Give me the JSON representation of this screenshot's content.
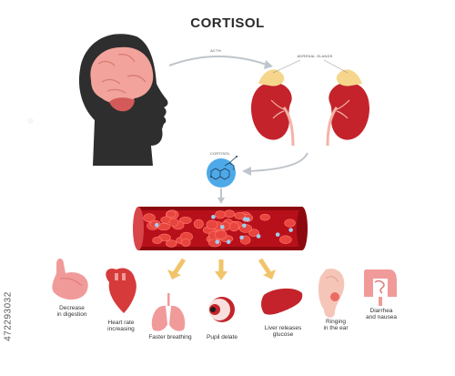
{
  "diagram": {
    "title": "CORTISOL",
    "labels": {
      "acth": "ACTH",
      "adrenal_glands": "ADRENAL GLANDS",
      "cortisol_molecule": "CORTISOL"
    },
    "effects": [
      {
        "id": "digestion",
        "line1": "Decrease",
        "line2": "in digestion"
      },
      {
        "id": "heart",
        "line1": "Heart rate",
        "line2": "increasing"
      },
      {
        "id": "breathing",
        "line1": "Faster breathing",
        "line2": ""
      },
      {
        "id": "pupil",
        "line1": "Pupil delate",
        "line2": ""
      },
      {
        "id": "liver",
        "line1": "Liver releases",
        "line2": "glucose"
      },
      {
        "id": "ear",
        "line1": "Ringing",
        "line2": "in the ear"
      },
      {
        "id": "intestine",
        "line1": "Diarrhea",
        "line2": "and nausea"
      }
    ],
    "stock_id": "472293032",
    "colors": {
      "head": "#2e2e2e",
      "brain": "#f2a39b",
      "kidney": "#c4232b",
      "adrenal": "#f6d68c",
      "vessel": "#b8101a",
      "cell": "#e8453e",
      "molecule": "#4ea9e8",
      "arrow_gray": "#bfc5cc",
      "arrow_yellow": "#f2c46a",
      "organ_pink": "#f19a9a"
    },
    "icons": [
      "head-icon",
      "brain-icon",
      "kidney-icon",
      "adrenal-gland-icon",
      "cortisol-molecule-icon",
      "blood-vessel-icon",
      "stomach-icon",
      "heart-icon",
      "lungs-icon",
      "eye-icon",
      "liver-icon",
      "ear-icon",
      "intestine-icon"
    ]
  }
}
